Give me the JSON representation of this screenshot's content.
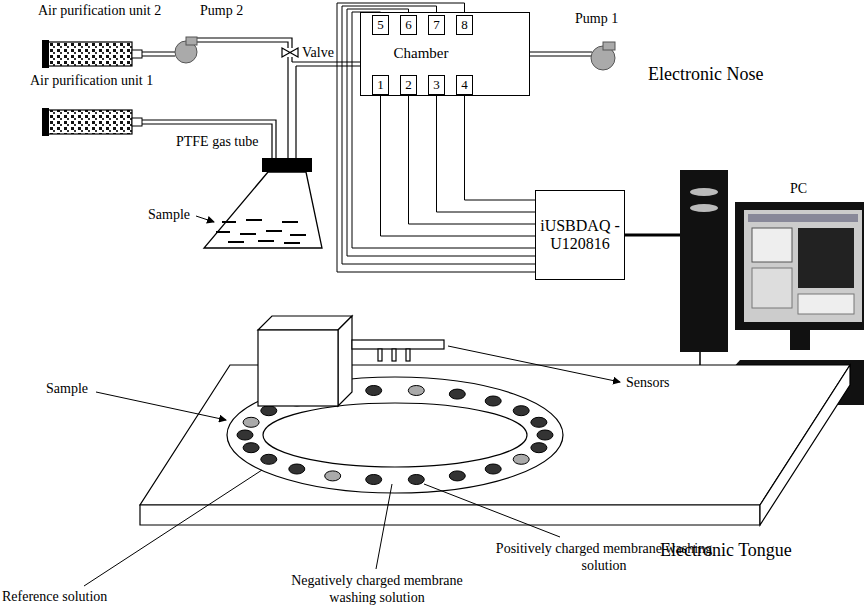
{
  "diagram": {
    "nodes": [
      {
        "text": [
          "Chamber"
        ]
      },
      {
        "text": [
          "5"
        ],
        "in": 0
      },
      {
        "text": [
          "6"
        ],
        "in": 0
      },
      {
        "text": [
          "7"
        ],
        "in": 0
      },
      {
        "text": [
          "8"
        ],
        "in": 0
      },
      {
        "text": [
          "1"
        ],
        "in": 0
      },
      {
        "text": [
          "2"
        ],
        "in": 0
      },
      {
        "text": [
          "3"
        ],
        "in": 0
      },
      {
        "text": [
          "4"
        ],
        "in": 0
      },
      {
        "text": [
          "iUSBDAQ -U120816"
        ]
      }
    ],
    "edges": [
      {
        "from": 5,
        "to": 9,
        "arrow": "none"
      },
      {
        "from": 6,
        "to": 9,
        "arrow": "none"
      },
      {
        "from": 7,
        "to": 9,
        "arrow": "none"
      },
      {
        "from": 8,
        "to": 9,
        "arrow": "none"
      },
      {
        "from": 1,
        "to": 9,
        "arrow": "none"
      },
      {
        "from": 2,
        "to": 9,
        "arrow": "none"
      },
      {
        "from": 3,
        "to": 9,
        "arrow": "none"
      },
      {
        "from": 4,
        "to": 9,
        "arrow": "none"
      }
    ],
    "labels": [
      "Air purification unit 2",
      "Pump 2",
      "Valve",
      "Air purification unit 1",
      "PTFE gas tube",
      "Sample",
      "Pump 1",
      "Electronic Nose",
      "PC",
      "Sensors",
      "Sample",
      "Electronic Tongue",
      "Reference solution",
      "Negatively charged membrane washing solution",
      "Positively charged membrane washing solution"
    ]
  }
}
